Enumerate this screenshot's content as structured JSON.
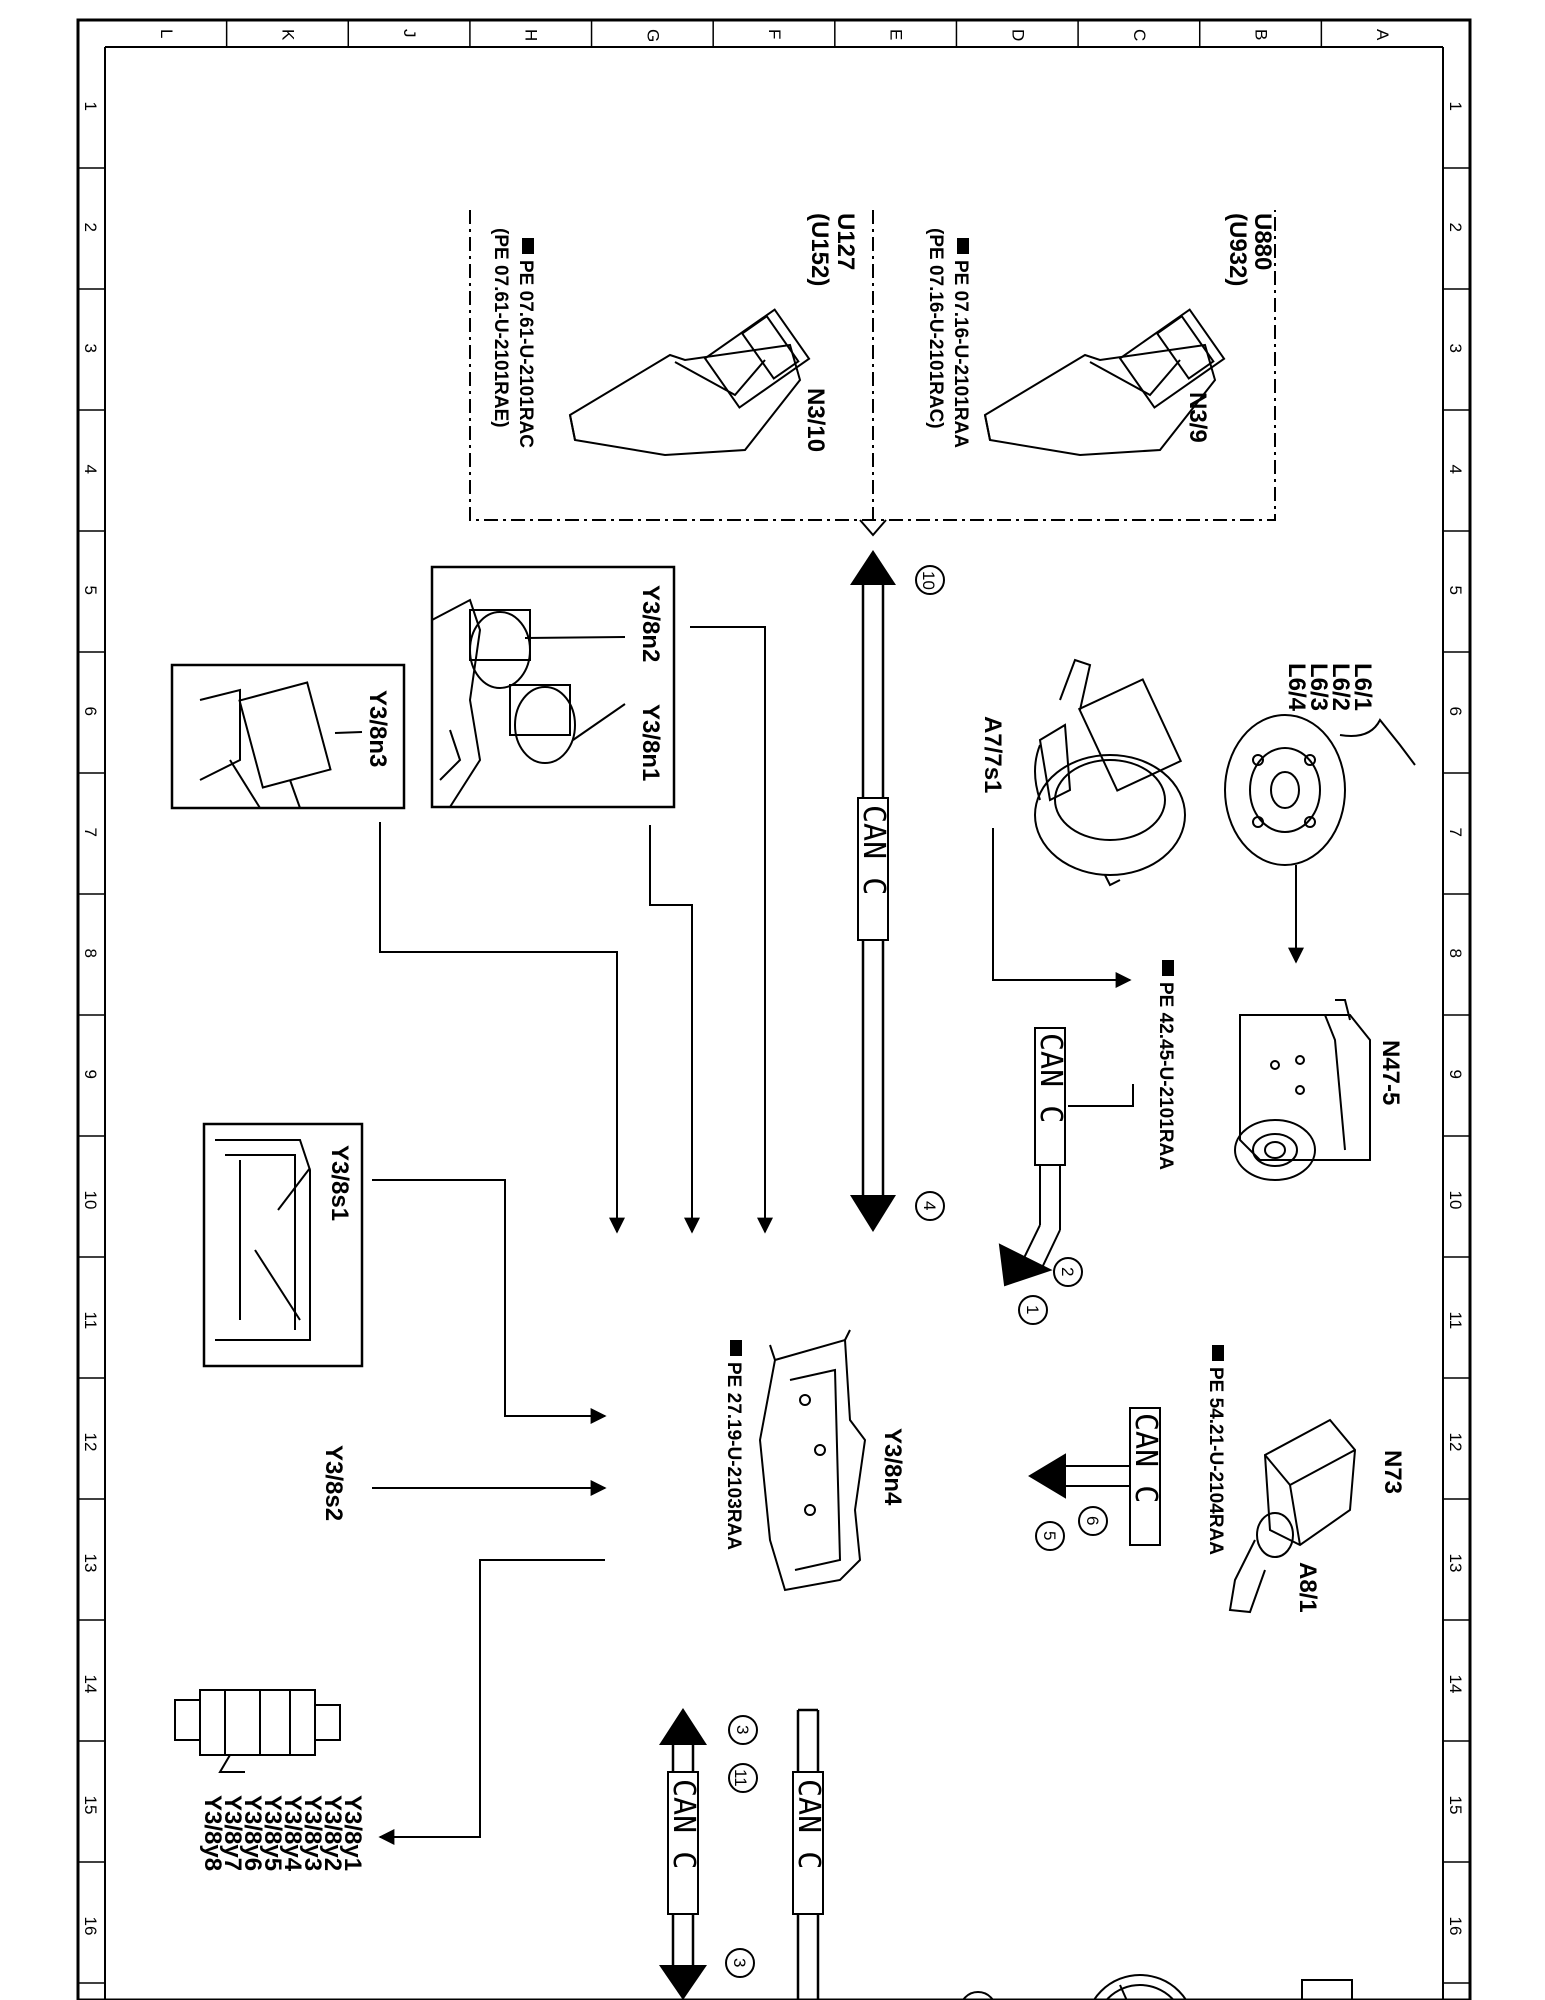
{
  "grid": {
    "letters": [
      "L",
      "K",
      "J",
      "H",
      "G",
      "F",
      "E",
      "D",
      "C",
      "B",
      "A"
    ],
    "numbers": [
      "1",
      "2",
      "3",
      "4",
      "5",
      "6",
      "7",
      "8",
      "9",
      "10",
      "11",
      "12",
      "13",
      "14",
      "15",
      "16"
    ]
  },
  "components": {
    "n3_9": {
      "label": "N3/9",
      "codes": [
        "U880",
        "(U932)"
      ],
      "refs": [
        "PE 07.16-U-2101RAA",
        "(PE 07.16-U-2101RAC)"
      ]
    },
    "n3_10": {
      "label": "N3/10",
      "codes": [
        "U127",
        "(U152)"
      ],
      "refs": [
        "PE 07.61-U-2101RAC",
        "(PE 07.61-U-2101RAE)"
      ]
    },
    "l6": {
      "labels": [
        "L6/1",
        "L6/2",
        "L6/3",
        "L6/4"
      ]
    },
    "a7_7s1": {
      "label": "A7/7s1"
    },
    "n47_5": {
      "label": "N47-5",
      "ref": "PE 42.45-U-2101RAA"
    },
    "n73": {
      "label": "N73",
      "ref": "PE 54.21-U-2104RAA"
    },
    "a8_1": {
      "label": "A8/1"
    },
    "y3_8n1": {
      "label": "Y3/8n1"
    },
    "y3_8n2": {
      "label": "Y3/8n2"
    },
    "y3_8n3": {
      "label": "Y3/8n3"
    },
    "y3_8n4": {
      "label": "Y3/8n4",
      "ref": "PE 27.19-U-2103RAA"
    },
    "y3_8s1": {
      "label": "Y3/8s1"
    },
    "y3_8s2": {
      "label": "Y3/8s2"
    },
    "y3_8y": {
      "labels": [
        "Y3/8y1",
        "Y3/8y2",
        "Y3/8y3",
        "Y3/8y4",
        "Y3/8y5",
        "Y3/8y6",
        "Y3/8y7",
        "Y3/8y8"
      ]
    }
  },
  "bus": {
    "can_label": "CAN C",
    "markers": {
      "m10": "10",
      "m4": "4",
      "m2": "2",
      "m1": "1",
      "m6": "6",
      "m5": "5",
      "m3a": "3",
      "m11": "11",
      "m3b": "3"
    }
  }
}
